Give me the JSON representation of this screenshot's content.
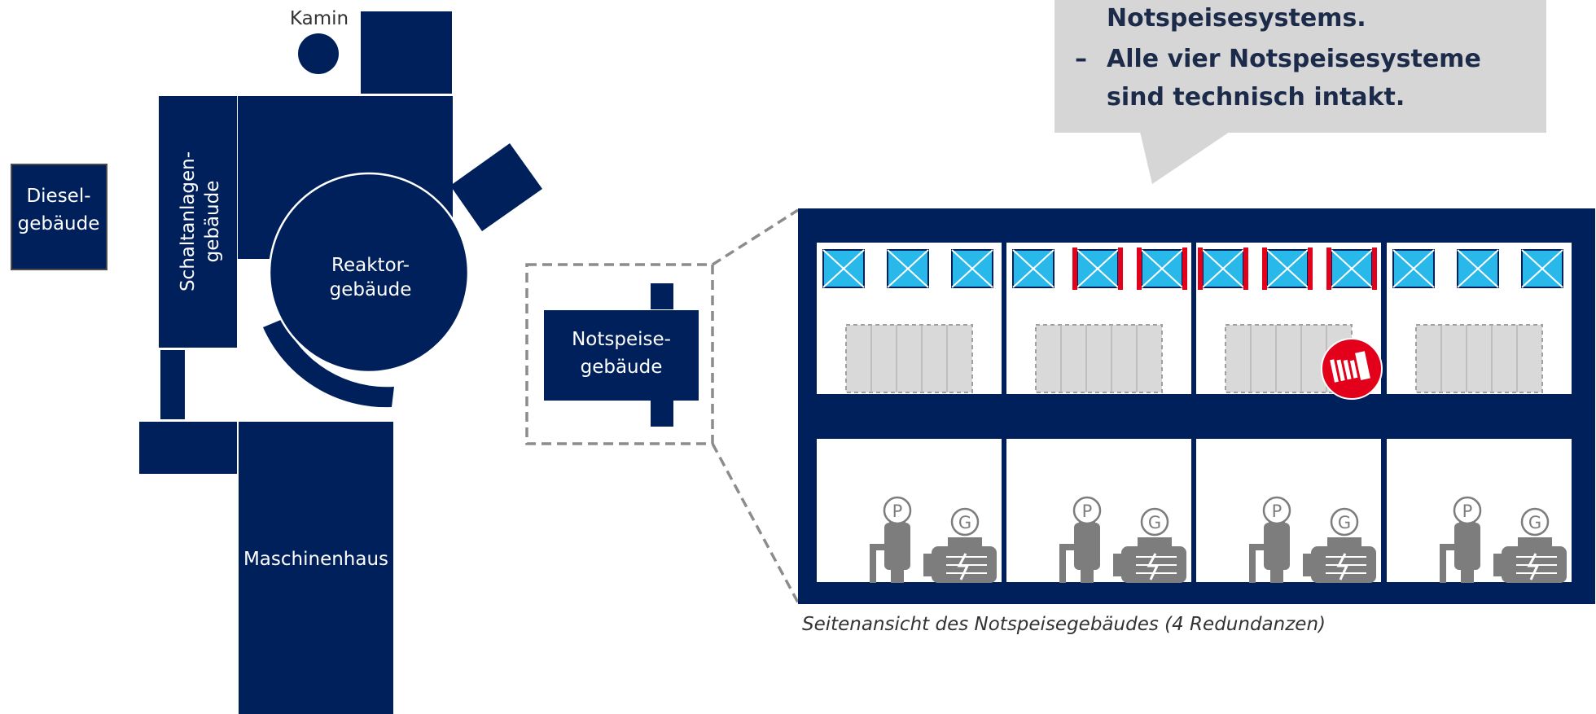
{
  "colors": {
    "navy": "#00205b",
    "bubble": "#d6d6d6",
    "interior": "#ffffff",
    "cooler_blue": "#29b8ea",
    "failure_red": "#e2001a",
    "equipment_gray": "#7d7d7d",
    "dashed_gray": "#8c8c8c"
  },
  "plan": {
    "chimney_label": "Kamin",
    "diesel_label": [
      "Diesel-",
      "gebäude"
    ],
    "switchgear_label": [
      "Schaltanlagen-",
      "gebäude"
    ],
    "reactor_label": [
      "Reaktor-",
      "gebäude"
    ],
    "machine_hall_label": "Maschinenhaus",
    "emergency_feed_label": [
      "Notspeise-",
      "gebäude"
    ]
  },
  "bubble": {
    "lines": [
      "Notspeisesystems.",
      "Alle vier Notspeisesysteme",
      "sind technisch intakt."
    ],
    "bullet": "–"
  },
  "detail": {
    "caption": "Seitenansicht des Notspeisegebäudes (4 Redundanzen)",
    "redundancy_count": 4,
    "pump_label": "P",
    "generator_label": "G",
    "cooler_states": [
      [
        "ok",
        "ok",
        "ok"
      ],
      [
        "ok",
        "failed",
        "failed"
      ],
      [
        "failed",
        "failed",
        "failed"
      ],
      [
        "ok",
        "ok",
        "ok"
      ]
    ],
    "failure_marker_train": 3
  }
}
